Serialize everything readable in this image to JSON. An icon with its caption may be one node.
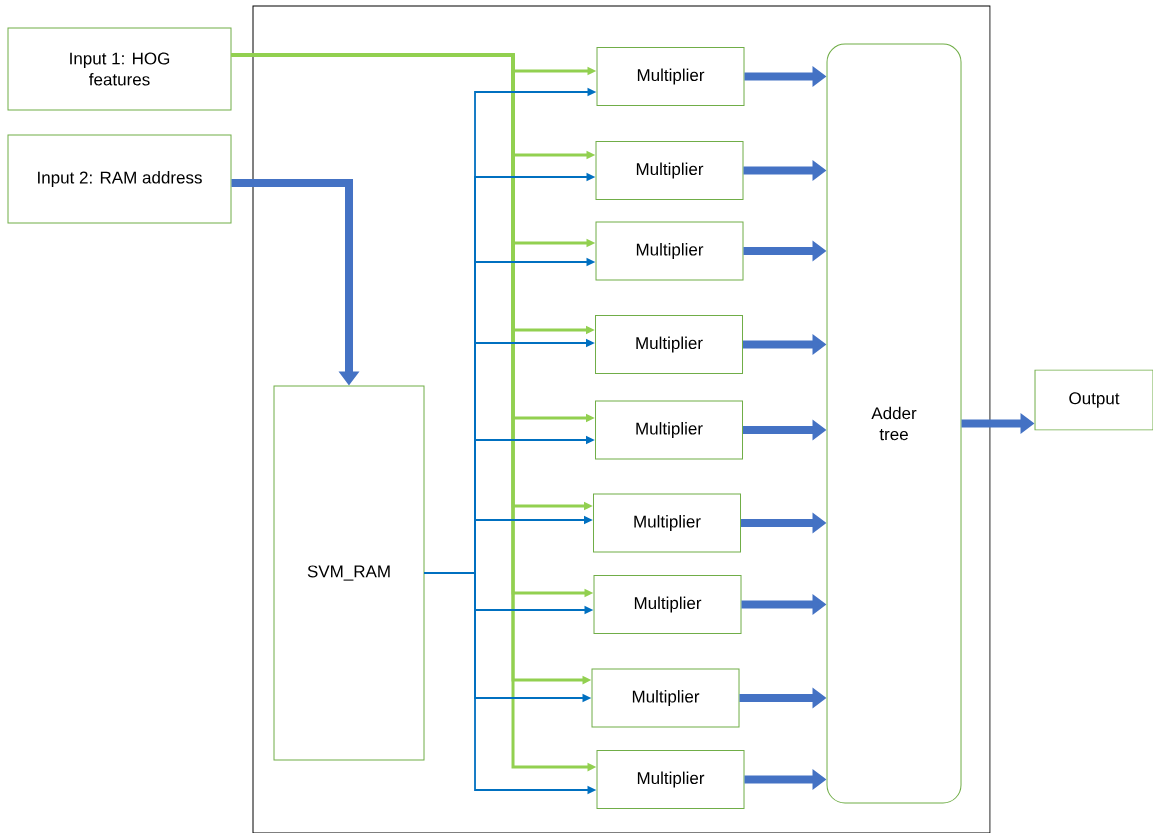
{
  "diagram": {
    "nodes": [
      {
        "text": [],
        "shape": "box"
      },
      {
        "text": [
          "Input 1: HOG features"
        ]
      },
      {
        "text": [
          "Input 2: RAM address"
        ]
      },
      {
        "text": [
          "SVM_RAM"
        ],
        "in": 0
      },
      {
        "text": [
          "Multiplier"
        ],
        "in": 0
      },
      {
        "text": [
          "Multiplier"
        ],
        "in": 0
      },
      {
        "text": [
          "Multiplier"
        ],
        "in": 0
      },
      {
        "text": [
          "Multiplier"
        ],
        "in": 0
      },
      {
        "text": [
          "Multiplier"
        ],
        "in": 0
      },
      {
        "text": [
          "Multiplier"
        ],
        "in": 0
      },
      {
        "text": [
          "Multiplier"
        ],
        "in": 0
      },
      {
        "text": [
          "Multiplier"
        ],
        "in": 0
      },
      {
        "text": [
          "Multiplier"
        ],
        "in": 0
      },
      {
        "text": [
          "Adder tree"
        ],
        "in": 0
      },
      {
        "text": [
          "Output"
        ]
      }
    ],
    "edges": [
      {
        "from": 1,
        "to": 4,
        "arrow": "to",
        "color": "#92d050"
      },
      {
        "from": 1,
        "to": 5,
        "arrow": "to",
        "color": "#92d050"
      },
      {
        "from": 1,
        "to": 6,
        "arrow": "to",
        "color": "#92d050"
      },
      {
        "from": 1,
        "to": 7,
        "arrow": "to",
        "color": "#92d050"
      },
      {
        "from": 1,
        "to": 8,
        "arrow": "to",
        "color": "#92d050"
      },
      {
        "from": 1,
        "to": 9,
        "arrow": "to",
        "color": "#92d050"
      },
      {
        "from": 1,
        "to": 10,
        "arrow": "to",
        "color": "#92d050"
      },
      {
        "from": 1,
        "to": 11,
        "arrow": "to",
        "color": "#92d050"
      },
      {
        "from": 1,
        "to": 12,
        "arrow": "to",
        "color": "#92d050"
      },
      {
        "from": 2,
        "to": 3,
        "arrow": "to",
        "style": "thick"
      },
      {
        "from": 3,
        "to": 4,
        "arrow": "to",
        "color": "#0070c0"
      },
      {
        "from": 3,
        "to": 5,
        "arrow": "to",
        "color": "#0070c0"
      },
      {
        "from": 3,
        "to": 6,
        "arrow": "to",
        "color": "#0070c0"
      },
      {
        "from": 3,
        "to": 7,
        "arrow": "to",
        "color": "#0070c0"
      },
      {
        "from": 3,
        "to": 8,
        "arrow": "to",
        "color": "#0070c0"
      },
      {
        "from": 3,
        "to": 9,
        "arrow": "to",
        "color": "#0070c0"
      },
      {
        "from": 3,
        "to": 10,
        "arrow": "to",
        "color": "#0070c0"
      },
      {
        "from": 3,
        "to": 11,
        "arrow": "to",
        "color": "#0070c0"
      },
      {
        "from": 3,
        "to": 12,
        "arrow": "to",
        "color": "#0070c0"
      },
      {
        "from": 4,
        "to": 13,
        "arrow": "to",
        "style": "thick"
      },
      {
        "from": 5,
        "to": 13,
        "arrow": "to",
        "style": "thick"
      },
      {
        "from": 6,
        "to": 13,
        "arrow": "to",
        "style": "thick"
      },
      {
        "from": 7,
        "to": 13,
        "arrow": "to",
        "style": "thick"
      },
      {
        "from": 8,
        "to": 13,
        "arrow": "to",
        "style": "thick"
      },
      {
        "from": 9,
        "to": 13,
        "arrow": "to",
        "style": "thick"
      },
      {
        "from": 10,
        "to": 13,
        "arrow": "to",
        "style": "thick"
      },
      {
        "from": 11,
        "to": 13,
        "arrow": "to",
        "style": "thick"
      },
      {
        "from": 12,
        "to": 13,
        "arrow": "to",
        "style": "thick"
      },
      {
        "from": 13,
        "to": 14,
        "arrow": "to",
        "style": "thick"
      }
    ]
  }
}
